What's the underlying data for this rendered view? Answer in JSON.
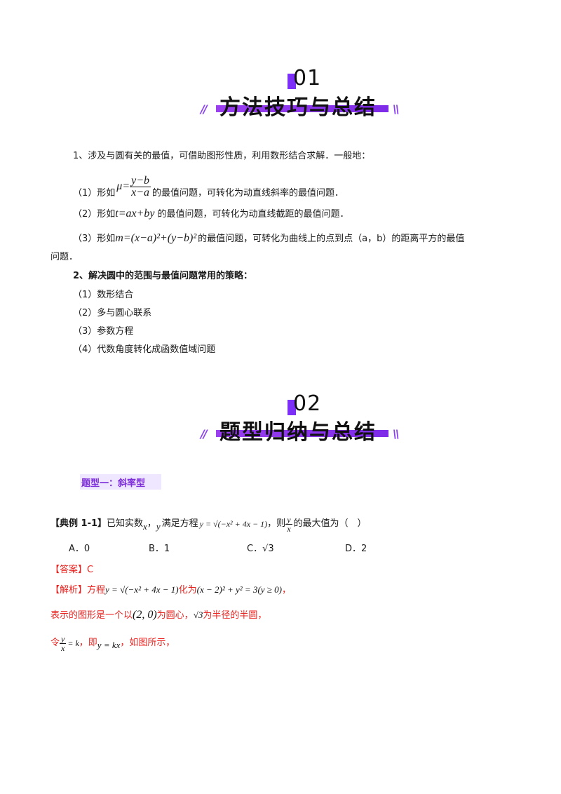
{
  "section1": {
    "num": "01",
    "title": "方法技巧与总结",
    "slash_left": "//",
    "slash_right": "\\\\"
  },
  "methods": {
    "intro": "1、涉及与圆有关的最值，可借助图形性质，利用数形结合求解．一般地：",
    "item1_prefix": "（1）形如",
    "item1_mu": "μ=",
    "item1_num": "y−b",
    "item1_den": "x−a",
    "item1_suffix": "的最值问题，可转化为动直线斜率的最值问题．",
    "item2_prefix": "（2）形如",
    "item2_formula": "t=ax+by",
    "item2_suffix": "的最值问题，可转化为动直线截距的最值问题．",
    "item3_prefix": "（3）形如",
    "item3_formula": "m=(x−a)²+(y−b)²",
    "item3_suffix": "的最值问题，可转化为曲线上的点到点（a，b）的距离平方的最值",
    "item3_cont": "问题．",
    "strategy_title": "2、解决圆中的范围与最值问题常用的策略：",
    "strategies": [
      "（1）数形结合",
      "（2）多与圆心联系",
      "（3）参数方程",
      "（4）代数角度转化成函数值域问题"
    ]
  },
  "section2": {
    "num": "02",
    "title": "题型归纳与总结",
    "slash_left": "//",
    "slash_right": "\\\\"
  },
  "type1": {
    "label": "题型一：斜率型"
  },
  "example": {
    "tag": "【典例 1-1】",
    "q1": "已知实数",
    "var_x": "x",
    "sep": "，",
    "var_y": "y",
    "q2": "满足方程",
    "eq": "y = √(−x² + 4x − 1)",
    "q3": "，则",
    "frac_num": "y",
    "frac_den": "x",
    "q4": "的最大值为（　）",
    "options": [
      "A．0",
      "B．1",
      "C．√3",
      "D．2"
    ],
    "answer_tag": "【答案】",
    "answer": "C",
    "analysis_tag": "【解析】",
    "a1": "方程",
    "a1_eq": "y = √(−x² + 4x − 1)",
    "a2": "化为",
    "a2_eq": "(x − 2)² + y² = 3(y ≥ 0)",
    "a2_end": "，",
    "l2a": "表示的图形是一个以",
    "l2_point": "(2, 0)",
    "l2b": "为圆心，",
    "l2_sqrt": "√3",
    "l2c": "为半径的半圆，",
    "l3a": "令",
    "l3_num": "y",
    "l3_den": "x",
    "l3_eq": "= k",
    "l3b": "，即",
    "l3_eq2": "y = kx",
    "l3c": "，如图所示，"
  }
}
